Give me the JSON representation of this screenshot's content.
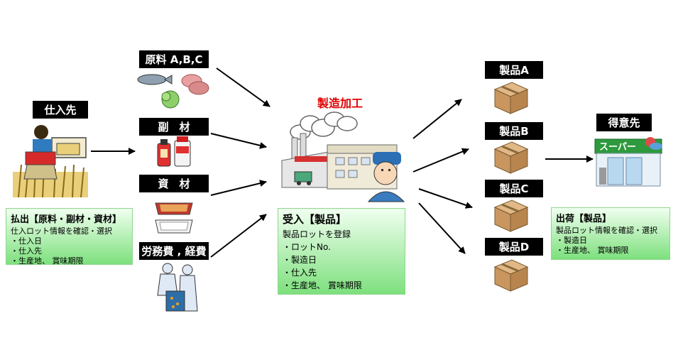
{
  "supplier": {
    "label": "仕入先"
  },
  "inputs": {
    "raw": "原料 A,B,C",
    "sub": "副　材",
    "material": "資　材",
    "labor": "労務費 , 経費"
  },
  "process": {
    "title": "製造加工"
  },
  "products": [
    "製品A",
    "製品B",
    "製品C",
    "製品D"
  ],
  "customer": {
    "label": "得意先",
    "store_sign": "スーパー"
  },
  "boxes": {
    "payout": {
      "title": "払出【原料・副材・資材】",
      "lines": [
        "仕入ロット情報を確認・選択",
        "・仕入日",
        "・仕入先",
        "・生産地、 賞味期限"
      ]
    },
    "receive": {
      "title": "受入【製品】",
      "lines": [
        "製品ロットを登録",
        "・ロットNo.",
        "・製造日",
        "・仕入先",
        "・生産地、 賞味期限"
      ]
    },
    "ship": {
      "title": "出荷【製品】",
      "lines": [
        "製品ロット情報を確認・選択",
        "・製造日",
        "・生産地、 賞味期限"
      ]
    }
  }
}
